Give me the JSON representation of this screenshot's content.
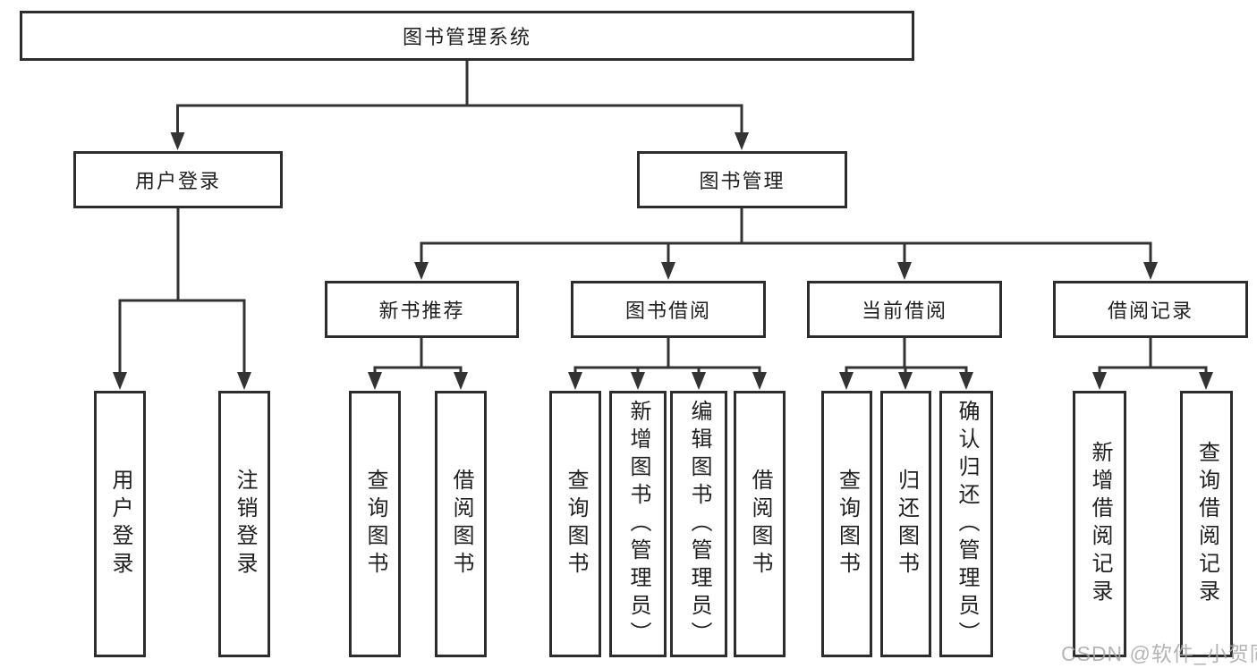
{
  "colors": {
    "line": "#333333",
    "border": "#2d2d2d",
    "text": "#1f1f1f",
    "watermark": "#a8a8a8",
    "background": "#ffffff"
  },
  "diagram": {
    "root": {
      "label": "图书管理系统"
    },
    "level2": [
      {
        "label": "用户登录"
      },
      {
        "label": "图书管理"
      }
    ],
    "level3": [
      {
        "label": "新书推荐"
      },
      {
        "label": "图书借阅"
      },
      {
        "label": "当前借阅"
      },
      {
        "label": "借阅记录"
      }
    ],
    "leaves": {
      "user_login": [
        {
          "label": "用户登录"
        },
        {
          "label": "注销登录"
        }
      ],
      "new_book_recommend": [
        {
          "label": "查询图书"
        },
        {
          "label": "借阅图书"
        }
      ],
      "book_borrow": [
        {
          "label": "查询图书"
        },
        {
          "label": "新增图书（管理员）"
        },
        {
          "label": "编辑图书（管理员）"
        },
        {
          "label": "借阅图书"
        }
      ],
      "current_borrow": [
        {
          "label": "查询图书"
        },
        {
          "label": "归还图书"
        },
        {
          "label": "确认归还（管理员）"
        }
      ],
      "borrow_records": [
        {
          "label": "新增借阅记录"
        },
        {
          "label": "查询借阅记录"
        }
      ]
    }
  },
  "watermark": {
    "text": "CSDN @软件_小贺同学"
  }
}
